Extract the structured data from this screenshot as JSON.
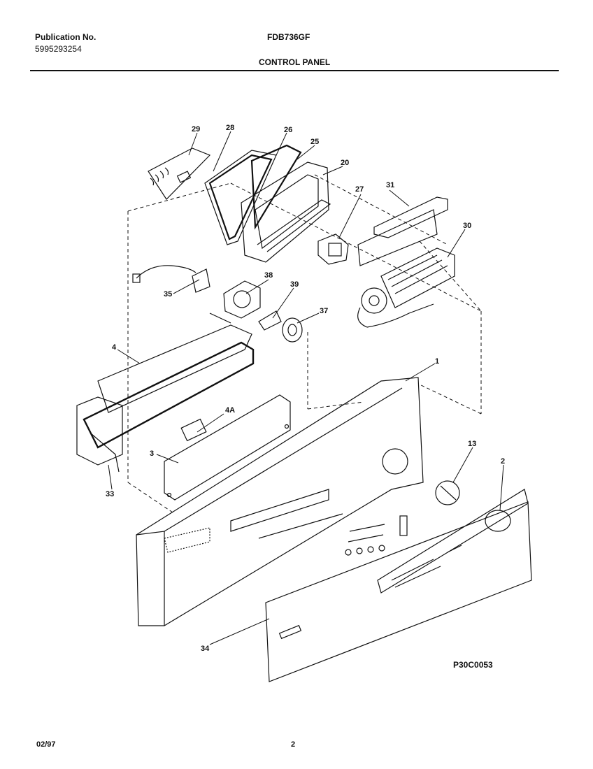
{
  "header": {
    "publication_label": "Publication No.",
    "publication_number": "5995293254",
    "model": "FDB736GF",
    "section_title": "CONTROL PANEL"
  },
  "diagram": {
    "part_callouts": [
      "29",
      "28",
      "26",
      "25",
      "20",
      "27",
      "31",
      "30",
      "38",
      "39",
      "37",
      "35",
      "4",
      "1",
      "4A",
      "3",
      "33",
      "13",
      "2",
      "34"
    ],
    "figure_code": "P30C0053"
  },
  "footer": {
    "date": "02/97",
    "page_number": "2"
  }
}
